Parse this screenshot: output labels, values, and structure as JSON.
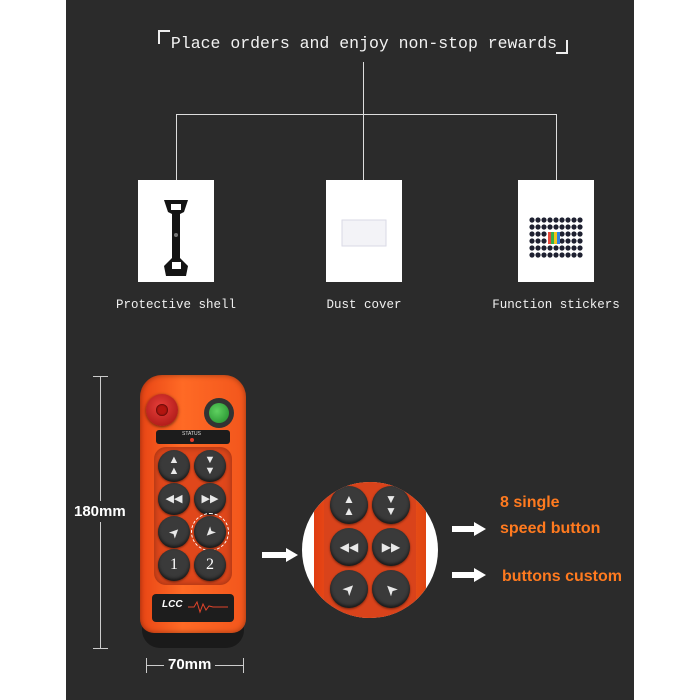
{
  "header": {
    "title": "Place orders and enjoy non-stop rewards"
  },
  "accessories": [
    {
      "label": "Protective shell",
      "icon": "protective-shell-icon"
    },
    {
      "label": "Dust cover",
      "icon": "dust-cover-icon"
    },
    {
      "label": "Function stickers",
      "icon": "function-stickers-icon"
    }
  ],
  "dimensions": {
    "height": "180mm",
    "width": "70mm"
  },
  "remote": {
    "brand": "LCC",
    "status": "STATUS",
    "button_numbers": [
      "1",
      "2"
    ]
  },
  "callouts": {
    "speed_line1": "8 single",
    "speed_line2": "speed button",
    "custom": "buttons custom"
  },
  "colors": {
    "orange": "#ff5a1a",
    "text_orange": "#ff7a1f",
    "panel": "#2b2b2b"
  }
}
